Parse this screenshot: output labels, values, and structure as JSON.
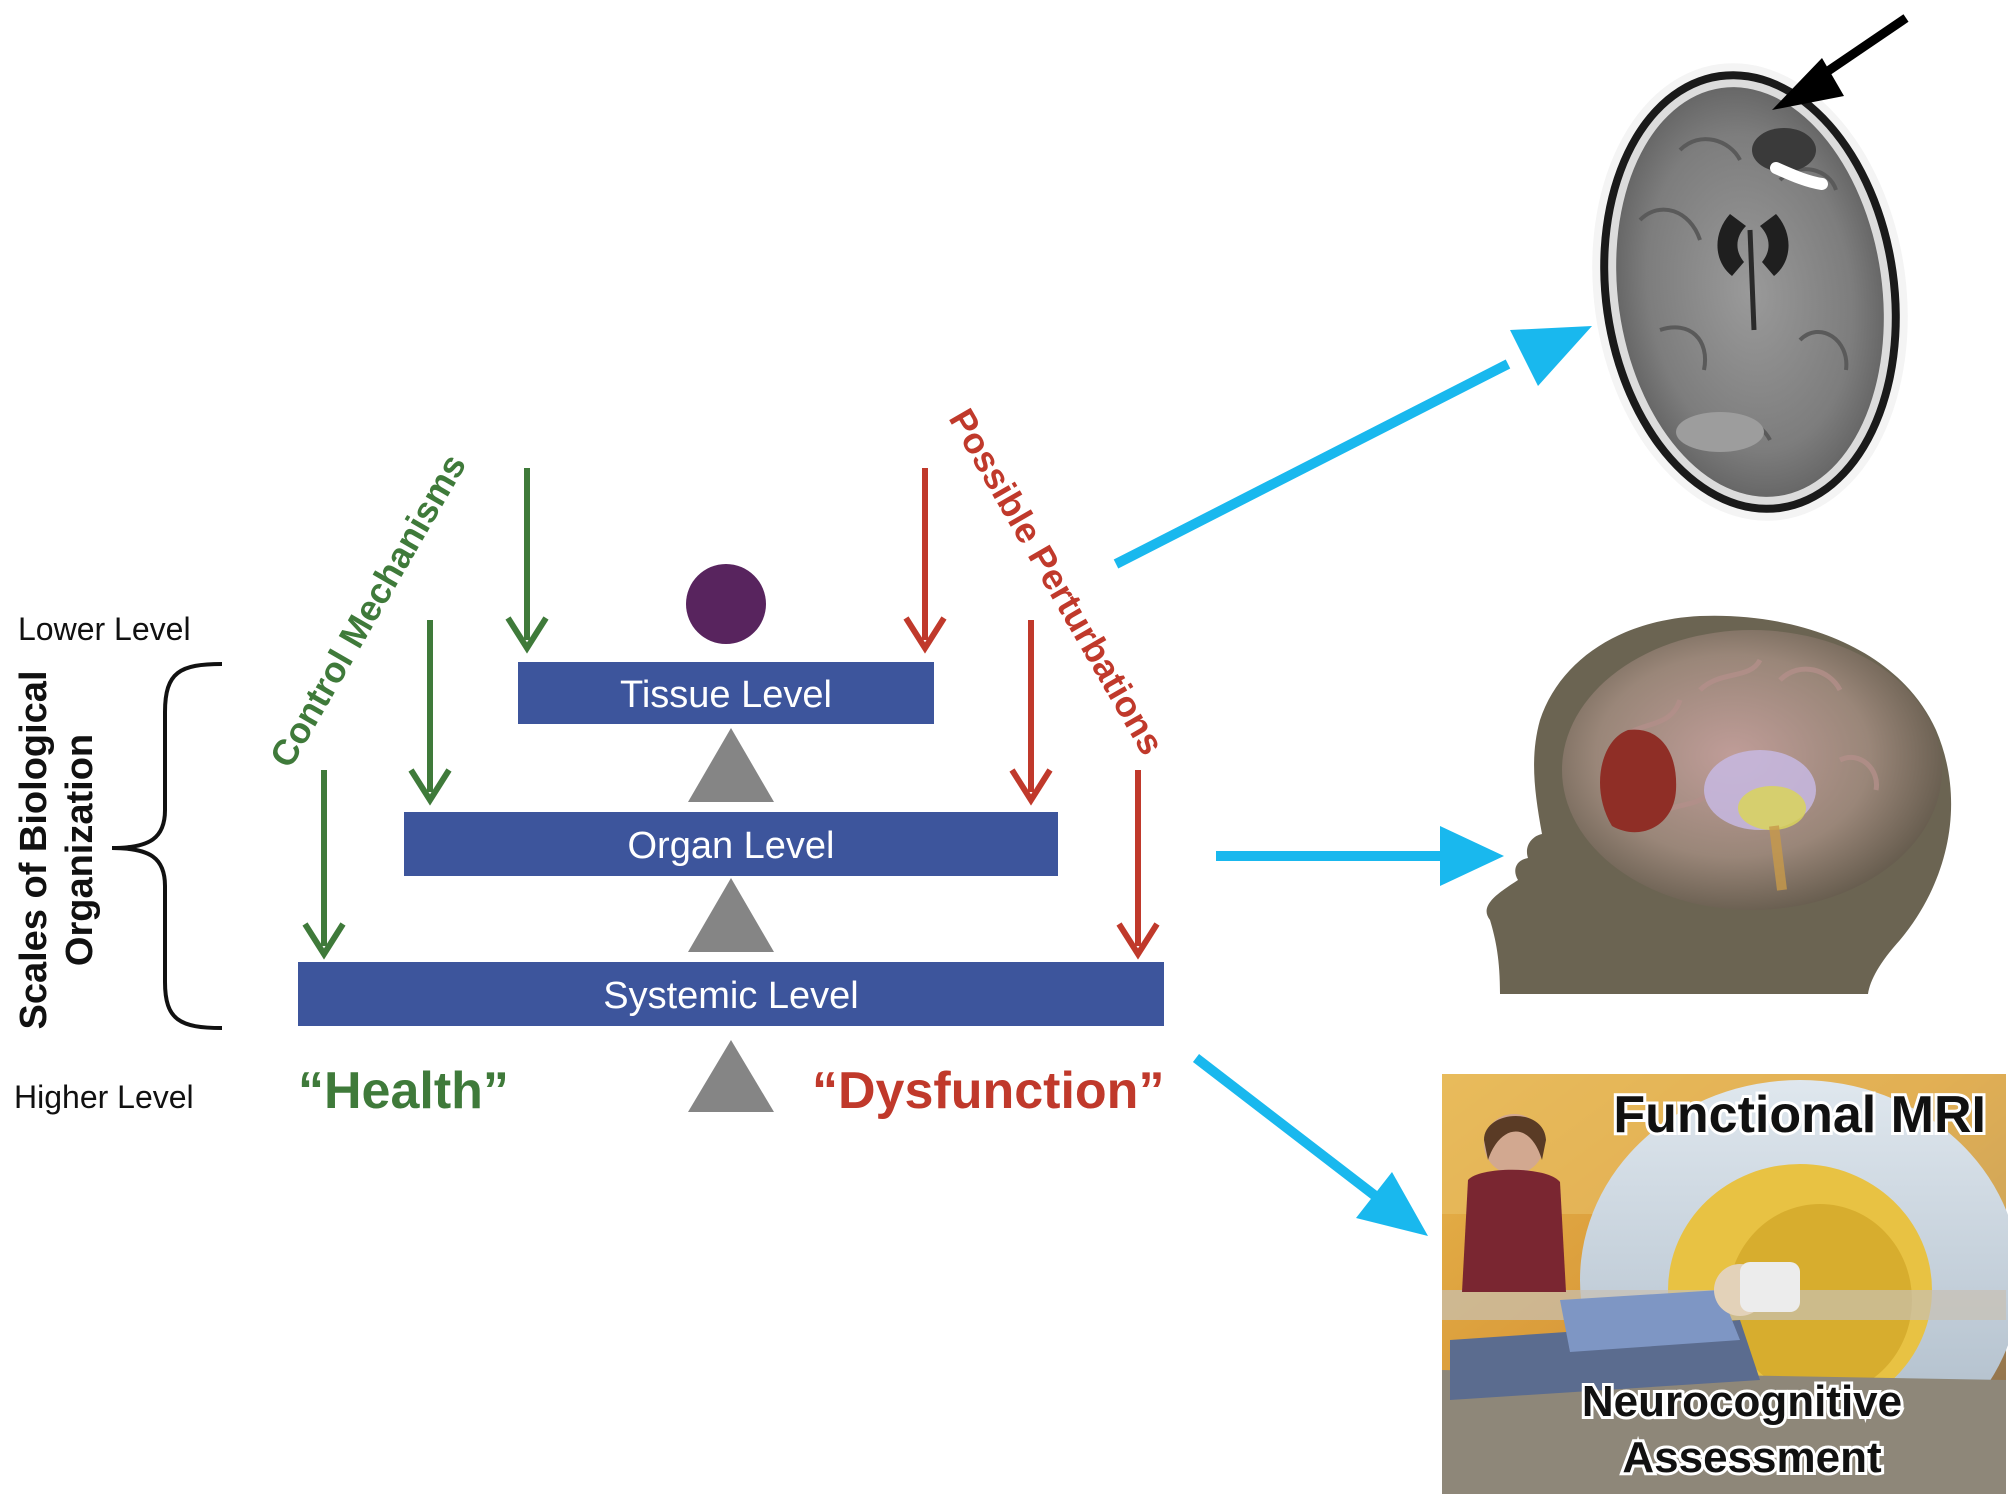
{
  "levels": {
    "tissue": "Tissue Level",
    "organ": "Organ Level",
    "systemic": "Systemic Level"
  },
  "scale": {
    "lower": "Lower Level",
    "higher": "Higher Level",
    "title_line1": "Scales of Biological",
    "title_line2": "Organization"
  },
  "mechanisms": {
    "control": "Control Mechanisms",
    "perturbations": "Possible Perturbations"
  },
  "outcomes": {
    "health": "“Health”",
    "dysfunction": "“Dysfunction”"
  },
  "panels": {
    "fmri_title": "Functional MRI",
    "neuro_line1": "Neurocognitive",
    "neuro_line2": "Assessment"
  },
  "colors": {
    "bar": "#3d559c",
    "green": "#3f7a3a",
    "red": "#c0392b",
    "cyan": "#19b8ee",
    "fulcrum": "#858585",
    "ball": "#58245e"
  }
}
